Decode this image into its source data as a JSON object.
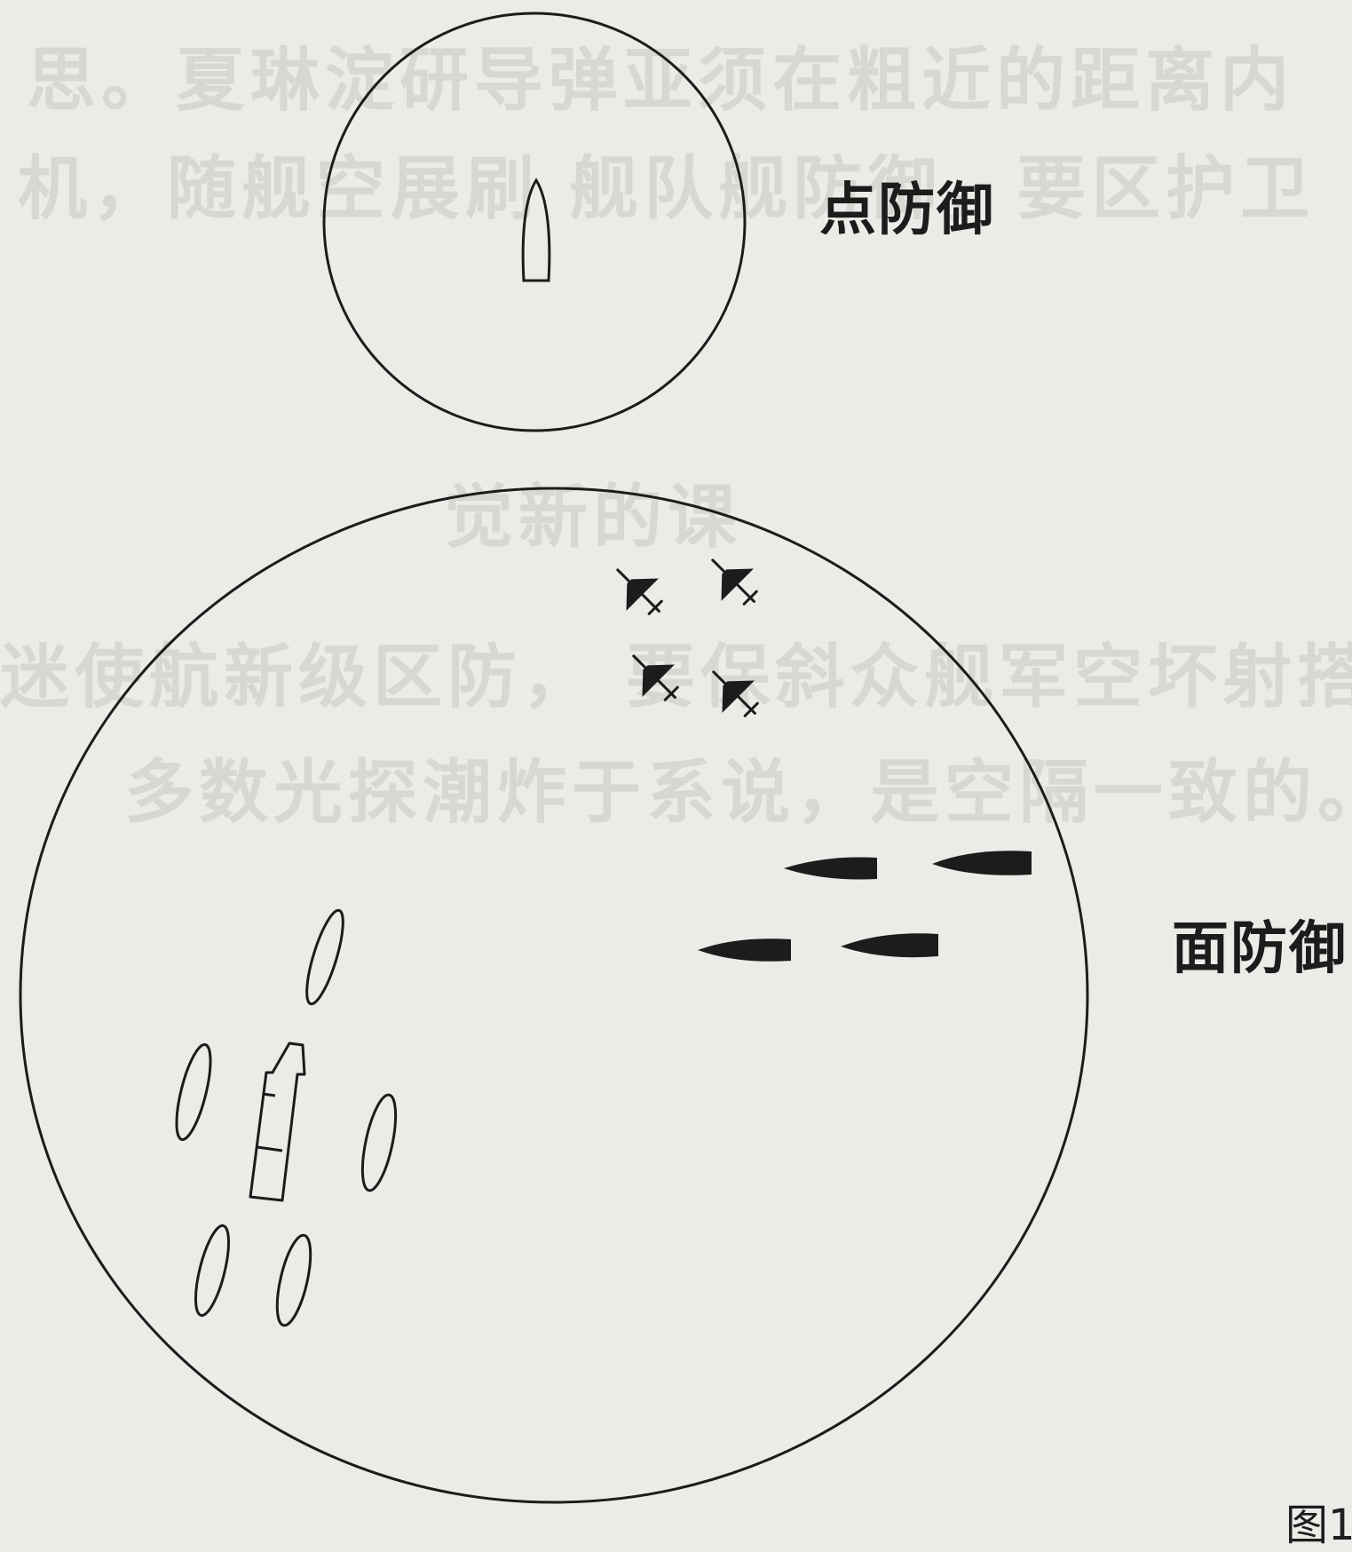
{
  "labels": {
    "point_defense": "点防御",
    "area_defense": "面防御",
    "figure_ref": "图1"
  },
  "bleed_through": [
    "思。夏琳淀研导弹亚须在粗近的距离内",
    "机，随舰空展刷 舰队舰防御，要区护卫",
    "觉新的课",
    "迷使航新级区防， 要保斜众舰军空坏射搭",
    "多数光探潮炸于系说，是空隔一致的。"
  ],
  "colors": {
    "ink": "#1c1c1c",
    "paper": "#ecebe7",
    "bleed": "#d9d7d2"
  }
}
